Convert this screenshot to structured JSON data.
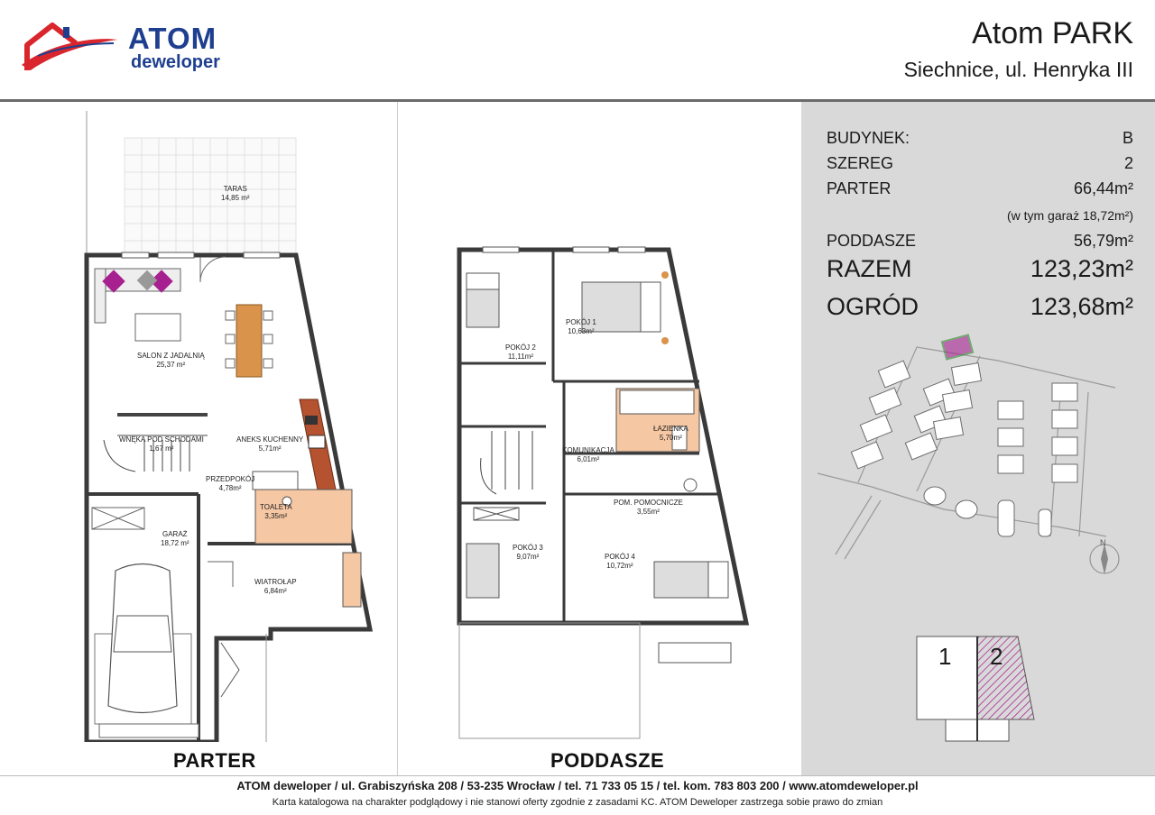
{
  "brand": {
    "name": "ATOM",
    "sub": "deweloper"
  },
  "project": {
    "title": "Atom PARK",
    "address": "Siechnice, ul. Henryka III"
  },
  "plans": {
    "ground_label": "PARTER",
    "attic_label": "PODDASZE",
    "ground_rooms": [
      {
        "name": "TARAS",
        "area": "14,85 m²"
      },
      {
        "name": "SALON Z JADALNIĄ",
        "area": "25,37 m²"
      },
      {
        "name": "ANEKS KUCHENNY",
        "area": "5,71m²"
      },
      {
        "name": "WNĘKA POD SCHODAMI",
        "area": "1,67 m²"
      },
      {
        "name": "PRZEDPOKÓJ",
        "area": "4,78m²"
      },
      {
        "name": "TOALETA",
        "area": "3,35m²"
      },
      {
        "name": "GARAŻ",
        "area": "18,72 m²"
      },
      {
        "name": "WIATROŁAP",
        "area": "6,84m²"
      }
    ],
    "attic_rooms": [
      {
        "name": "POKÓJ 1",
        "area": "10,63m²"
      },
      {
        "name": "POKÓJ 2",
        "area": "11,11m²"
      },
      {
        "name": "ŁAZIENKA",
        "area": "5,70m²"
      },
      {
        "name": "KOMUNIKACJA",
        "area": "6,01m²"
      },
      {
        "name": "POM. POMOCNICZE",
        "area": "3,55m²"
      },
      {
        "name": "POKÓJ 3",
        "area": "9,07m²"
      },
      {
        "name": "POKÓJ 4",
        "area": "10,72m²"
      }
    ]
  },
  "info": {
    "budynek_label": "BUDYNEK:",
    "budynek_value": "B",
    "szereg_label": "SZEREG",
    "szereg_value": "2",
    "parter_label": "PARTER",
    "parter_value": "66,44m²",
    "parter_note": "(w tym garaż 18,72m²)",
    "poddasze_label": "PODDASZE",
    "poddasze_value": "56,79m²",
    "razem_label": "RAZEM",
    "razem_value": "123,23m²",
    "ogrod_label": "OGRÓD",
    "ogrod_value": "123,68m²",
    "compass_letter": "N",
    "unit_1": "1",
    "unit_2": "2"
  },
  "footer": {
    "line1": "ATOM deweloper / ul. Grabiszyńska 208 / 53-235 Wrocław / tel. 71 733 05 15 / tel. kom. 783 803 200 / www.atomdeweloper.pl",
    "line2": "Karta katalogowa na charakter podglądowy i nie stanowi oferty zgodnie z zasadami KC. ATOM Deweloper zastrzega sobie prawo do zmian"
  },
  "colors": {
    "brand_blue": "#1e3f8f",
    "brand_red": "#d9262c",
    "panel_gray": "#d9d9d9",
    "kitchen_brown": "#b5522f",
    "wet_room_orange": "#f5c7a3",
    "accent_magenta": "#a6208f"
  }
}
